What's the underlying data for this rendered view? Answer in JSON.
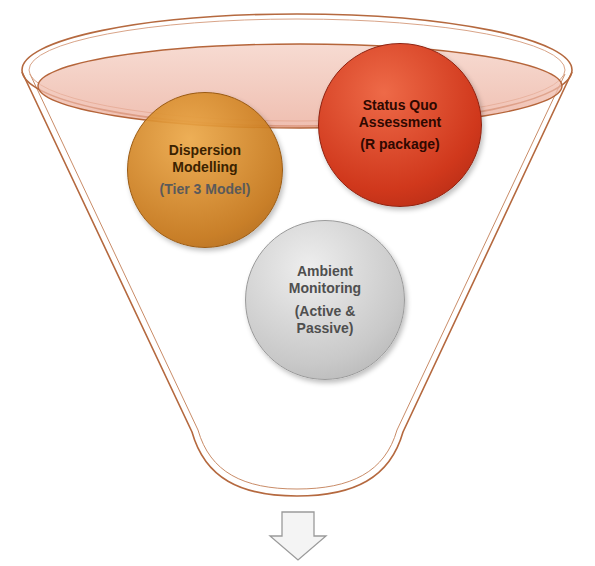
{
  "diagram": {
    "nodes": [
      {
        "text": [
          "Dispersion Modelling",
          "(Tier 3 Model)"
        ]
      },
      {
        "text": [
          "Status Quo Assessment",
          "(R package)"
        ]
      },
      {
        "text": [
          "Ambient Monitoring",
          "(Active & Passive)"
        ]
      }
    ]
  }
}
